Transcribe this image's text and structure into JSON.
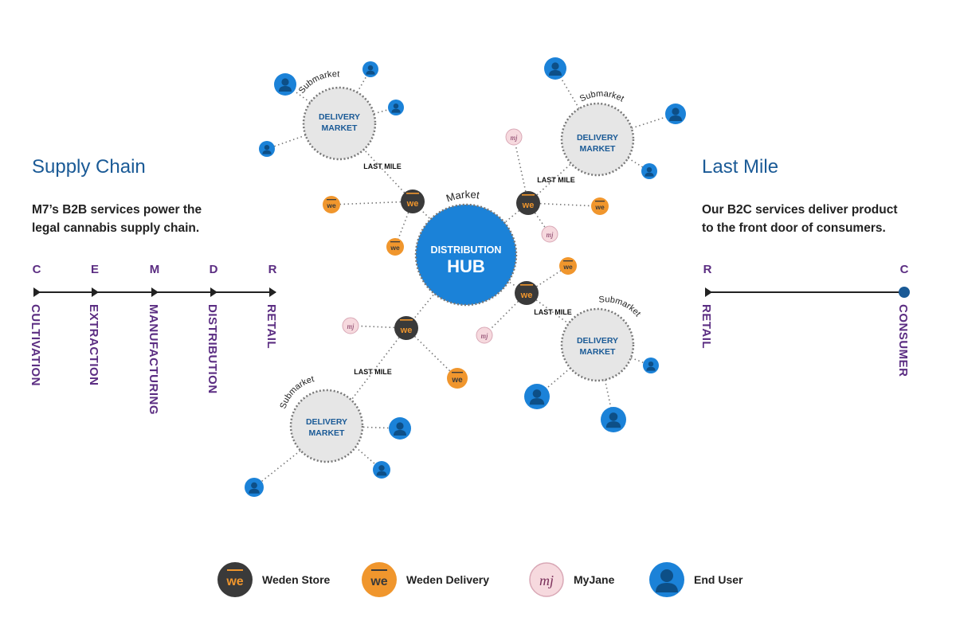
{
  "left": {
    "title": "Supply Chain",
    "desc_line1": "M7’s B2B services power the",
    "desc_line2": "legal cannabis supply chain.",
    "stages": [
      {
        "letter": "C",
        "label": "CULTIVATION"
      },
      {
        "letter": "E",
        "label": "EXTRACTION"
      },
      {
        "letter": "M",
        "label": "MANUFACTURING"
      },
      {
        "letter": "D",
        "label": "DISTRIBUTION"
      },
      {
        "letter": "R",
        "label": "RETAIL"
      }
    ]
  },
  "right": {
    "title": "Last Mile",
    "desc_line1": "Our B2C services deliver product",
    "desc_line2": "to the front door of consumers.",
    "stages": [
      {
        "letter": "R",
        "label": "RETAIL"
      },
      {
        "letter": "C",
        "label": "CONSUMER"
      }
    ]
  },
  "hub": {
    "line1": "DISTRIBUTION",
    "line2": "HUB",
    "tag": "Market"
  },
  "market": {
    "line1": "DELIVERY",
    "line2": "MARKET",
    "tag": "Submarket"
  },
  "last_mile_label": "LAST MILE",
  "store_glyph": "we",
  "myjane_glyph": "mj",
  "legend": [
    {
      "label": "Weden Store",
      "icon": "weden-store-icon"
    },
    {
      "label": "Weden Delivery",
      "icon": "weden-delivery-icon"
    },
    {
      "label": "MyJane",
      "icon": "myjane-icon"
    },
    {
      "label": "End User",
      "icon": "end-user-icon"
    }
  ],
  "colors": {
    "store": "#3a3a3a",
    "delivery": "#f0962d",
    "myjane": "#f6d9de",
    "myjane_text": "#7a2f5a",
    "user": "#1b82d8",
    "hub": "#1b82d8",
    "market": "#e6e6e6",
    "title": "#1a5a96",
    "stage": "#5b2d82"
  }
}
